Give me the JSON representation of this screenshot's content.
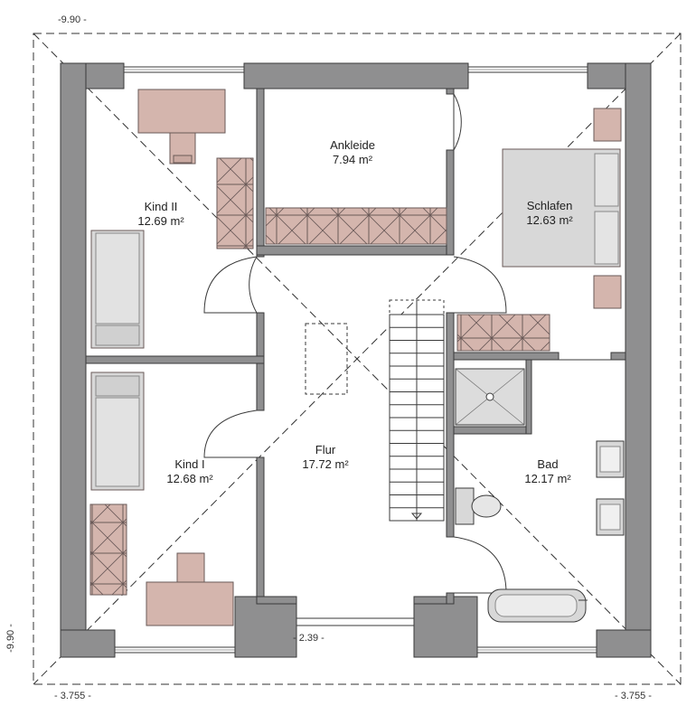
{
  "colors": {
    "wall": "#8f8f90",
    "wall_outline": "#3a3a3a",
    "furniture_pink": "#d4b5ad",
    "furniture_outline": "#6a5a58",
    "bed_fill": "#d8d8d8",
    "stair_fill": "#ffffff"
  },
  "dimensions": {
    "top": "-9.90 -",
    "left": "-9.90 -",
    "bottom_left": "- 3.755 -",
    "bottom_right": "- 3.755 -",
    "door": "- 2.39 -"
  },
  "rooms": {
    "ankleide": {
      "name": "Ankleide",
      "area": "7.94 m²"
    },
    "kind2": {
      "name": "Kind II",
      "area": "12.69 m²"
    },
    "schlafen": {
      "name": "Schlafen",
      "area": "12.63 m²"
    },
    "kind1": {
      "name": "Kind I",
      "area": "12.68 m²"
    },
    "flur": {
      "name": "Flur",
      "area": "17.72 m²"
    },
    "bad": {
      "name": "Bad",
      "area": "12.17 m²"
    }
  }
}
